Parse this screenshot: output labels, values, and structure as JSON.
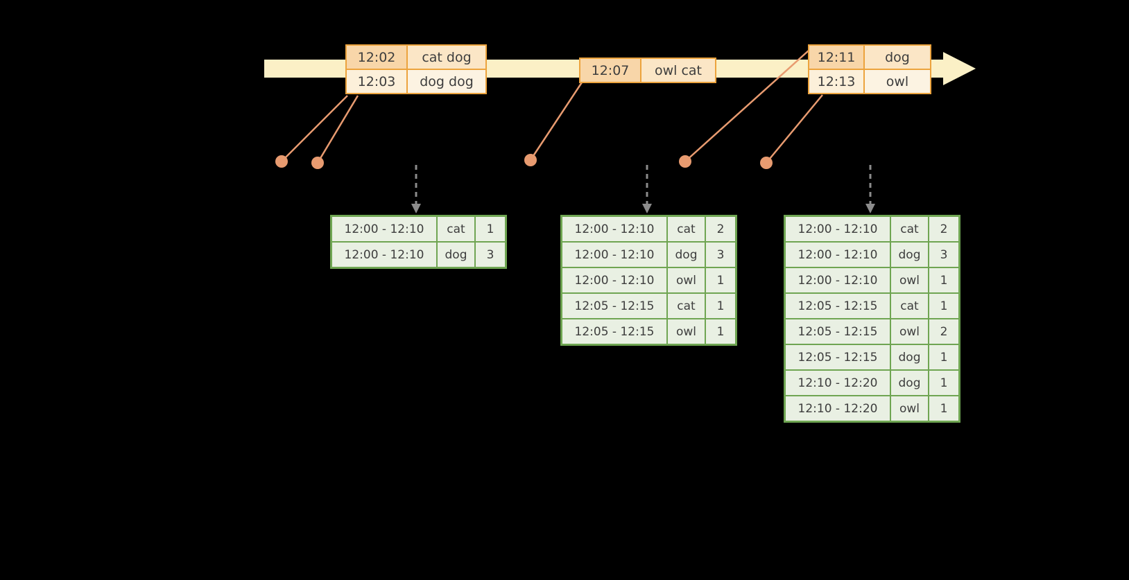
{
  "diagram": {
    "type": "windowed-word-count-streaming-timeline"
  },
  "colors": {
    "background": "#000000",
    "timeline_yellow": "#FBF0C6",
    "event_border": "#ECA33D",
    "event_time_dark": "#F8D6A9",
    "event_word_dark": "#FBE6C6",
    "event_time_light": "#FCF0DA",
    "event_word_light": "#FCF3E2",
    "connector_salmon": "#E89B70",
    "trigger_gray": "#8C8C8C",
    "result_border": "#6FA552",
    "result_cell": "#E9F0E3",
    "text_dark": "#3D3D3D"
  },
  "event_tables": [
    {
      "rows": [
        {
          "time": "12:02",
          "words": "cat dog",
          "shade": "dark"
        },
        {
          "time": "12:03",
          "words": "dog dog",
          "shade": "light"
        }
      ]
    },
    {
      "rows": [
        {
          "time": "12:07",
          "words": "owl cat",
          "shade": "dark"
        }
      ]
    },
    {
      "rows": [
        {
          "time": "12:11",
          "words": "dog",
          "shade": "dark"
        },
        {
          "time": "12:13",
          "words": "owl",
          "shade": "light"
        }
      ]
    }
  ],
  "result_tables": [
    {
      "rows": [
        {
          "window": "12:00 - 12:10",
          "word": "cat",
          "count": "1"
        },
        {
          "window": "12:00 - 12:10",
          "word": "dog",
          "count": "3"
        }
      ]
    },
    {
      "rows": [
        {
          "window": "12:00 - 12:10",
          "word": "cat",
          "count": "2"
        },
        {
          "window": "12:00 - 12:10",
          "word": "dog",
          "count": "3"
        },
        {
          "window": "12:00 - 12:10",
          "word": "owl",
          "count": "1"
        },
        {
          "window": "12:05 - 12:15",
          "word": "cat",
          "count": "1"
        },
        {
          "window": "12:05 - 12:15",
          "word": "owl",
          "count": "1"
        }
      ]
    },
    {
      "rows": [
        {
          "window": "12:00 - 12:10",
          "word": "cat",
          "count": "2"
        },
        {
          "window": "12:00 - 12:10",
          "word": "dog",
          "count": "3"
        },
        {
          "window": "12:00 - 12:10",
          "word": "owl",
          "count": "1"
        },
        {
          "window": "12:05 - 12:15",
          "word": "cat",
          "count": "1"
        },
        {
          "window": "12:05 - 12:15",
          "word": "owl",
          "count": "2"
        },
        {
          "window": "12:05 - 12:15",
          "word": "dog",
          "count": "1"
        },
        {
          "window": "12:10 - 12:20",
          "word": "dog",
          "count": "1"
        },
        {
          "window": "12:10 - 12:20",
          "word": "owl",
          "count": "1"
        }
      ]
    }
  ]
}
